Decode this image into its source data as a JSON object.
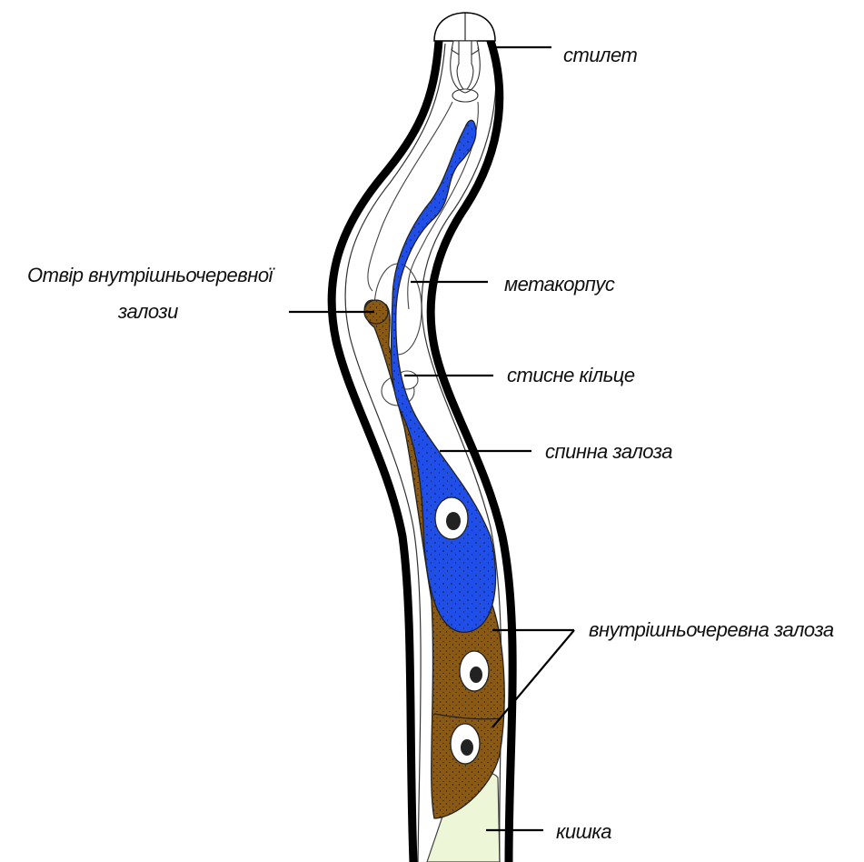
{
  "labels": {
    "stylet": "стилет",
    "gland_opening_line1": "Отвір внутрішньочеревної",
    "gland_opening_line2": "залози",
    "metacorpus": "метакорпус",
    "nerve_ring": "стисне кільце",
    "dorsal_gland": "спинна залоза",
    "subventral_gland": "внутрішньочеревна залоза",
    "intestine": "кишка"
  },
  "colors": {
    "cuticle": "#000000",
    "dorsal_gland": "#1f4fe8",
    "subventral_gland": "#8a5a14",
    "intestine": "#eef6d8",
    "nucleus": "#222222"
  }
}
